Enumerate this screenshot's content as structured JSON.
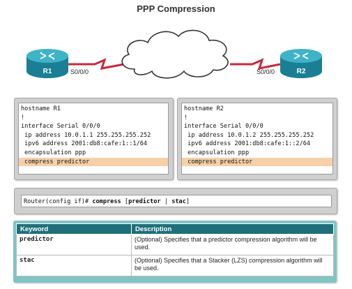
{
  "title": "PPP Compression",
  "topology": {
    "r1_label": "R1",
    "r2_label": "R2",
    "r1_port": "S0/0/0",
    "r2_port": "S0/0/0"
  },
  "config_r1": [
    "hostname R1",
    "!",
    "interface Serial 0/0/0",
    " ip address 10.0.1.1 255.255.255.252",
    " ipv6 address 2001:db8:cafe:1::1/64",
    " encapsulation ppp",
    " compress predictor"
  ],
  "config_r2": [
    "hostname R2",
    "!",
    "interface Serial 0/0/0",
    " ip address 10.0.1.2 255.255.255.252",
    " ipv6 address 2001:db8:cafe:1::2/64",
    " encapsulation ppp",
    " compress predictor"
  ],
  "syntax": {
    "prompt": "Router(config if)# ",
    "command": "compress",
    "open": " [",
    "opt1": "predictor",
    "sep": " | ",
    "opt2": "stac",
    "close": "]"
  },
  "table": {
    "headers": [
      "Keyword",
      "Description"
    ],
    "rows": [
      {
        "keyword": "predictor",
        "description": "(Optional) Specifies that a predictor compression algorithm will be used."
      },
      {
        "keyword": "stac",
        "description": "(Optional) Specifies that a Stacker (LZS) compression algorithm will be used."
      }
    ]
  },
  "colors": {
    "router": "#1a8aa0",
    "link": "#c8283c",
    "header": "#1f6f7a",
    "highlight": "#f7cfa8",
    "table_frame": "#7fc5c4"
  }
}
